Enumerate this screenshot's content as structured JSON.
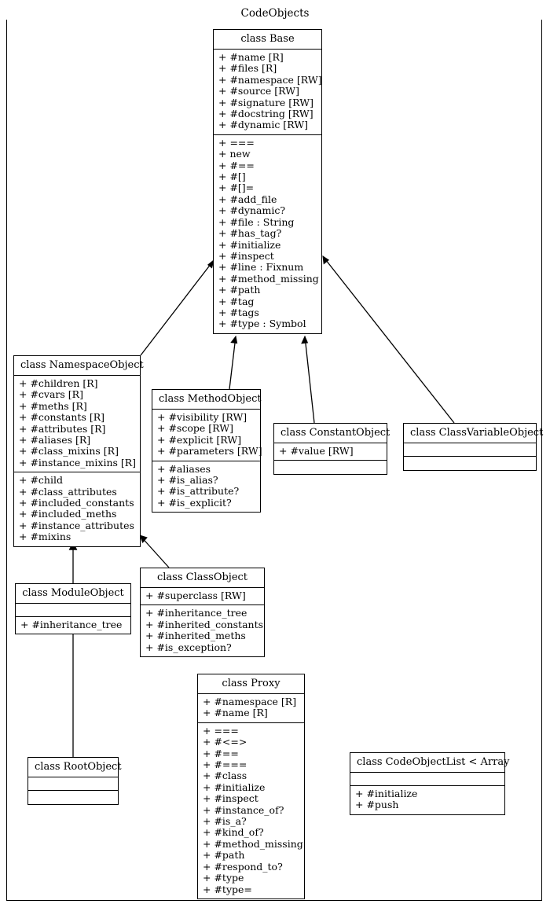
{
  "diagram": {
    "title": "CodeObjects",
    "type": "uml-class-diagram"
  },
  "classes": {
    "base": {
      "name": "class Base",
      "attributes": [
        "+ #name [R]",
        "+ #files [R]",
        "+ #namespace [RW]",
        "+ #source [RW]",
        "+ #signature [RW]",
        "+ #docstring [RW]",
        "+ #dynamic [RW]"
      ],
      "methods": [
        "+ ===",
        "+ new",
        "+ #==",
        "+ #[]",
        "+ #[]=",
        "+ #add_file",
        "+ #dynamic?",
        "+ #file : String",
        "+ #has_tag?",
        "+ #initialize",
        "+ #inspect",
        "+ #line : Fixnum",
        "+ #method_missing",
        "+ #path",
        "+ #tag",
        "+ #tags",
        "+ #type : Symbol"
      ]
    },
    "namespace_object": {
      "name": "class NamespaceObject",
      "attributes": [
        "+ #children [R]",
        "+ #cvars [R]",
        "+ #meths [R]",
        "+ #constants [R]",
        "+ #attributes [R]",
        "+ #aliases [R]",
        "+ #class_mixins [R]",
        "+ #instance_mixins [R]"
      ],
      "methods": [
        "+ #child",
        "+ #class_attributes",
        "+ #included_constants",
        "+ #included_meths",
        "+ #instance_attributes",
        "+ #mixins"
      ]
    },
    "method_object": {
      "name": "class MethodObject",
      "attributes": [
        "+ #visibility [RW]",
        "+ #scope [RW]",
        "+ #explicit [RW]",
        "+ #parameters [RW]"
      ],
      "methods": [
        "+ #aliases",
        "+ #is_alias?",
        "+ #is_attribute?",
        "+ #is_explicit?"
      ]
    },
    "constant_object": {
      "name": "class ConstantObject",
      "attributes": [
        "+ #value [RW]"
      ],
      "methods": []
    },
    "class_variable_object": {
      "name": "class ClassVariableObject",
      "attributes": [],
      "methods": []
    },
    "module_object": {
      "name": "class ModuleObject",
      "attributes": [],
      "methods": [
        "+ #inheritance_tree"
      ]
    },
    "class_object": {
      "name": "class ClassObject",
      "attributes": [
        "+ #superclass [RW]"
      ],
      "methods": [
        "+ #inheritance_tree",
        "+ #inherited_constants",
        "+ #inherited_meths",
        "+ #is_exception?"
      ]
    },
    "root_object": {
      "name": "class RootObject",
      "attributes": [],
      "methods": []
    },
    "proxy": {
      "name": "class Proxy",
      "attributes": [
        "+ #namespace [R]",
        "+ #name [R]"
      ],
      "methods": [
        "+ ===",
        "+ #<=>",
        "+ #==",
        "+ #===",
        "+ #class",
        "+ #initialize",
        "+ #inspect",
        "+ #instance_of?",
        "+ #is_a?",
        "+ #kind_of?",
        "+ #method_missing",
        "+ #path",
        "+ #respond_to?",
        "+ #type",
        "+ #type="
      ]
    },
    "code_object_list": {
      "name": "class CodeObjectList < Array",
      "attributes": [],
      "methods": [
        "+ #initialize",
        "+ #push"
      ]
    }
  },
  "relationships": [
    {
      "from": "class NamespaceObject",
      "to": "class Base",
      "kind": "generalization"
    },
    {
      "from": "class MethodObject",
      "to": "class Base",
      "kind": "generalization"
    },
    {
      "from": "class ConstantObject",
      "to": "class Base",
      "kind": "generalization"
    },
    {
      "from": "class ClassVariableObject",
      "to": "class Base",
      "kind": "generalization"
    },
    {
      "from": "class ModuleObject",
      "to": "class NamespaceObject",
      "kind": "generalization"
    },
    {
      "from": "class ClassObject",
      "to": "class NamespaceObject",
      "kind": "generalization"
    },
    {
      "from": "class RootObject",
      "to": "class ModuleObject",
      "kind": "generalization"
    }
  ],
  "colors": {
    "stroke": "#000000",
    "background": "#ffffff"
  }
}
